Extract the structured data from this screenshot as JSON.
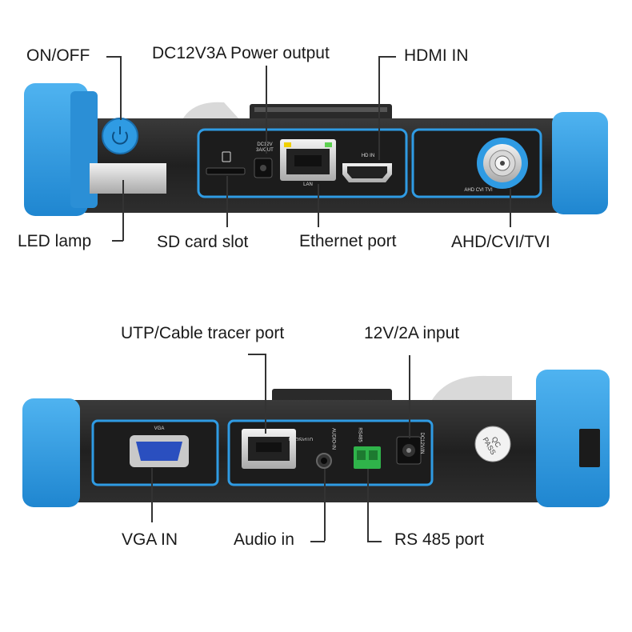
{
  "top_device": {
    "callouts": {
      "power_button": "ON/OFF",
      "power_output": "DC12V3A Power output",
      "hdmi": "HDMI IN",
      "led_lamp": "LED lamp",
      "sd_slot": "SD card slot",
      "ethernet": "Ethernet port",
      "bnc": "AHD/CVI/TVI"
    },
    "panel_text": {
      "dc_out_line1": "DC12V",
      "dc_out_line2": "3A/OUT",
      "lan": "LAN",
      "hd_in": "HD IN",
      "ahd_cvi_tvi": "AHD CVI TVI"
    }
  },
  "bottom_device": {
    "callouts": {
      "utp": "UTP/Cable tracer port",
      "dc_input": "12V/2A input",
      "vga": "VGA IN",
      "audio": "Audio in",
      "rs485": "RS 485 port"
    },
    "panel_text": {
      "vga": "VGA",
      "utp_scan": "UTP/SCAN",
      "audio_in": "AUDIO-IN",
      "rs485": "RS485",
      "dc_in": "DC12V/IN",
      "qc_line1": "QC",
      "qc_line2": "PASS"
    }
  },
  "colors": {
    "accent_blue": "#2f9be3",
    "body_dark": "#2b2b2b",
    "terminal_green": "#2fb34a"
  }
}
